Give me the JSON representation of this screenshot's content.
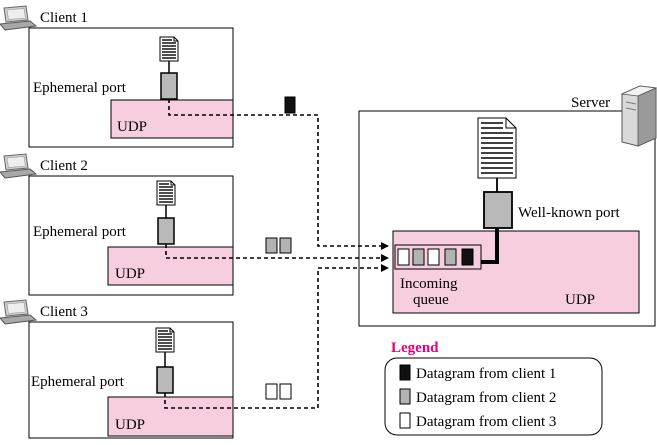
{
  "clients": [
    {
      "title": "Client 1",
      "port_label": "Ephemeral port",
      "protocol": "UDP"
    },
    {
      "title": "Client 2",
      "port_label": "Ephemeral port",
      "protocol": "UDP"
    },
    {
      "title": "Client 3",
      "port_label": "Ephemeral port",
      "protocol": "UDP"
    }
  ],
  "server": {
    "title": "Server",
    "port_label": "Well-known port",
    "protocol": "UDP",
    "queue_label_line1": "Incoming",
    "queue_label_line2": "queue"
  },
  "legend": {
    "title": "Legend",
    "items": [
      {
        "label": "Datagram from client 1",
        "fill": "#111111"
      },
      {
        "label": "Datagram from client 2",
        "fill": "#b3b3b3"
      },
      {
        "label": "Datagram from client 3",
        "fill": "#ffffff"
      }
    ]
  },
  "colors": {
    "udp_fill": "#f7cde0",
    "legend_title": "#e4007c",
    "port_fill": "#b9b9b9",
    "datagram_client1": "#111111",
    "datagram_client2": "#b3b3b3",
    "datagram_client3": "#ffffff"
  }
}
